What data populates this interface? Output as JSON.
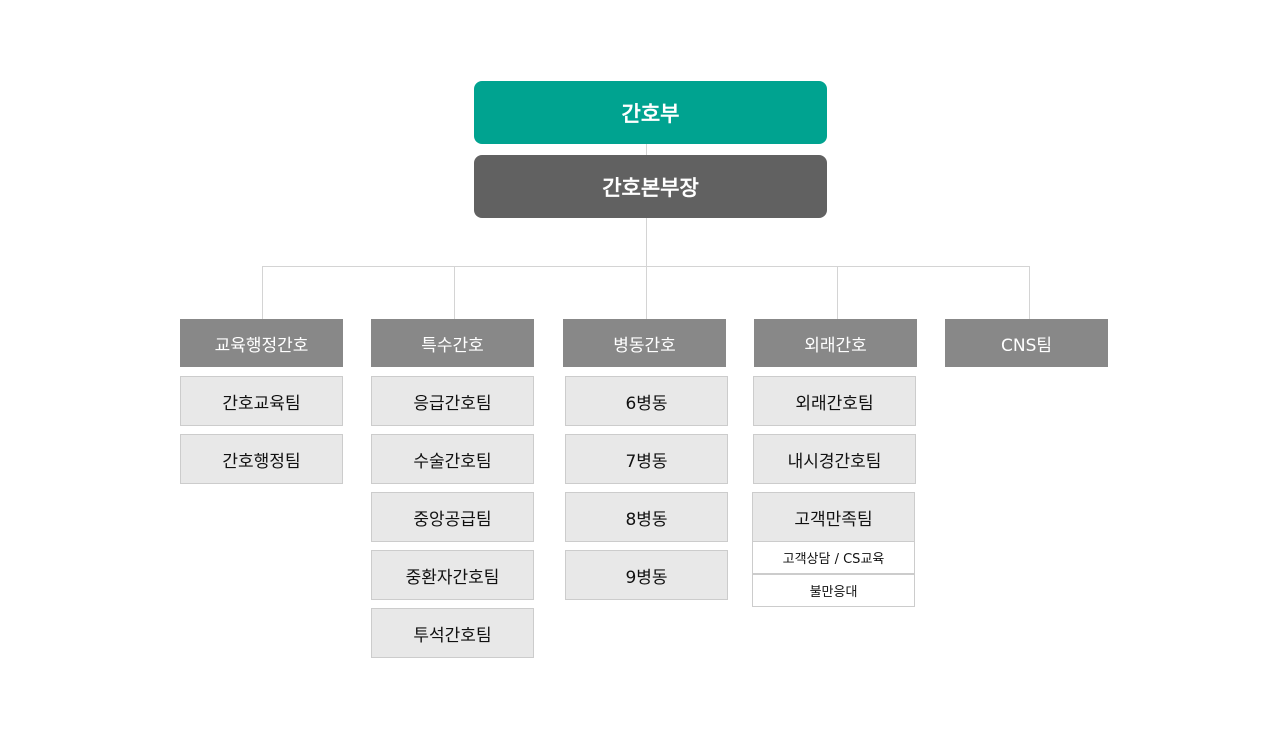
{
  "root": {
    "title": "간호부",
    "subtitle": "간호본부장"
  },
  "departments": [
    {
      "label": "교육행정간호",
      "teams": [
        "간호교육팀",
        "간호행정팀"
      ]
    },
    {
      "label": "특수간호",
      "teams": [
        "응급간호팀",
        "수술간호팀",
        "중앙공급팀",
        "중환자간호팀",
        "투석간호팀"
      ]
    },
    {
      "label": "병동간호",
      "teams": [
        "6병동",
        "7병동",
        "8병동",
        "9병동"
      ]
    },
    {
      "label": "외래간호",
      "teams": [
        "외래간호팀",
        "내시경간호팀",
        "고객만족팀"
      ],
      "subitems": [
        "고객상담 / CS교육",
        "불만응대"
      ]
    },
    {
      "label": "CNS팀",
      "teams": []
    }
  ],
  "colors": {
    "root": "#00a390",
    "head": "#616161",
    "department": "#888888",
    "team": "#e8e8e8",
    "connector": "#d4d4d4"
  }
}
